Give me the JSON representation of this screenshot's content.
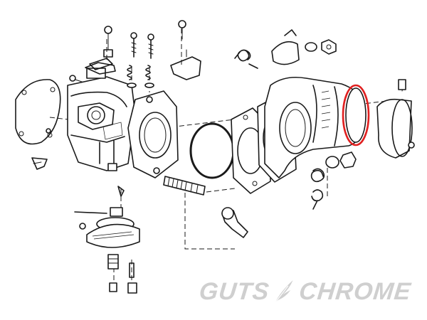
{
  "brand": {
    "word_left": "GUTS",
    "word_right": "CHROME",
    "emblem_icon": "feather-icon",
    "color": "#cfcfcf"
  },
  "highlight": {
    "color": "#e02020",
    "part": "intake-manifold-seal-ring"
  }
}
